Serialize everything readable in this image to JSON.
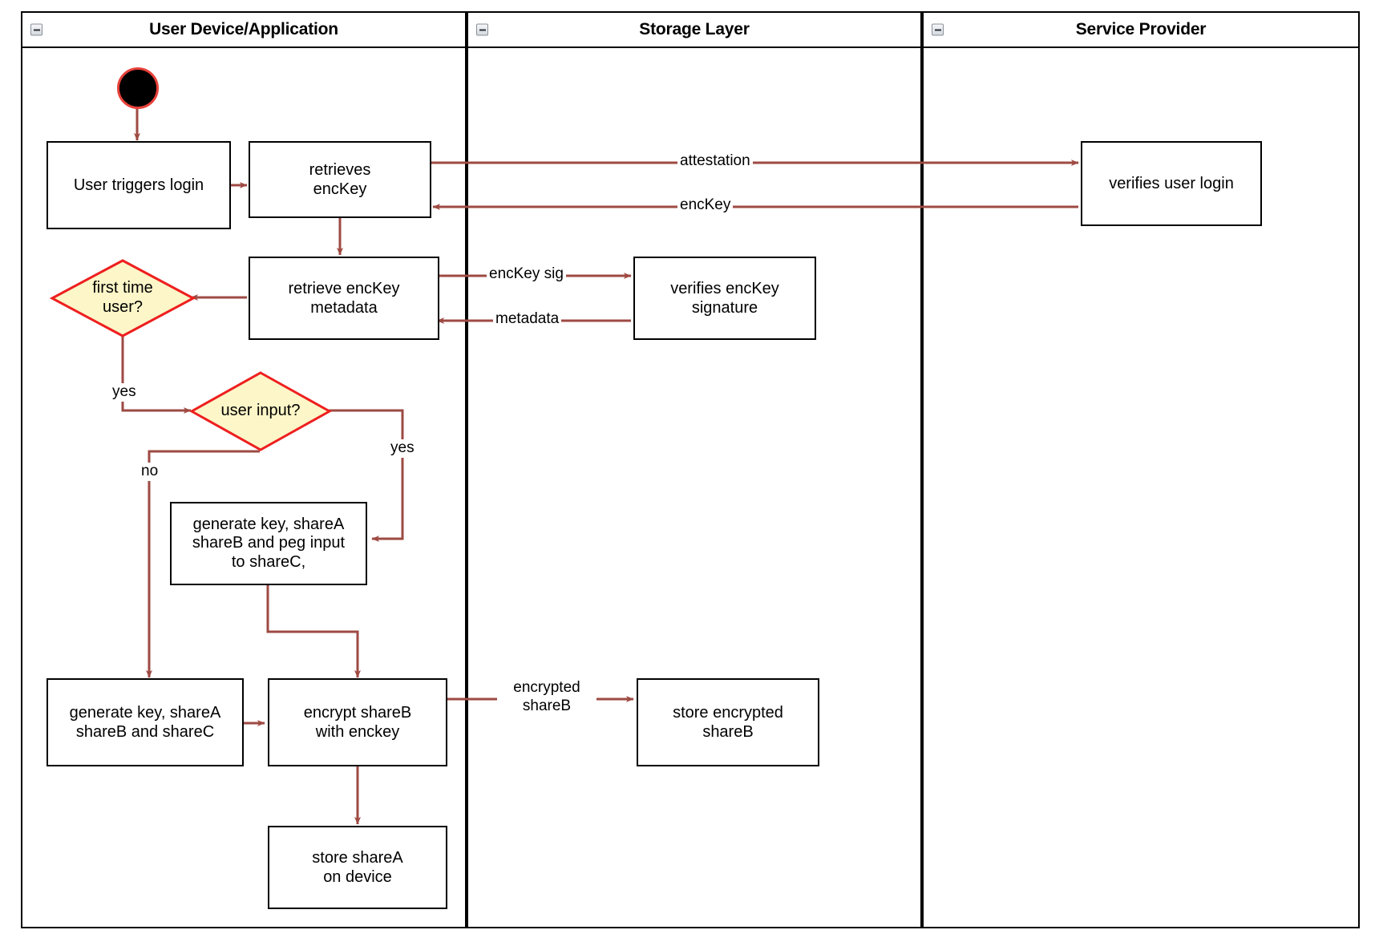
{
  "diagram": {
    "type": "uml-activity-swimlane",
    "theme": {
      "edge_color": "#9e4a43",
      "decision_fill": "#fcf6c8",
      "decision_stroke": "#ee1f1f",
      "node_stroke": "#000000",
      "start_fill": "#000000",
      "start_stroke": "#e8413a",
      "background": "#ffffff"
    }
  },
  "lanes": [
    {
      "id": "user-device",
      "title": "User Device/Application",
      "collapse_icon": "minus-box-icon"
    },
    {
      "id": "storage-layer",
      "title": "Storage Layer",
      "collapse_icon": "minus-box-icon"
    },
    {
      "id": "service-provider",
      "title": "Service Provider",
      "collapse_icon": "minus-box-icon"
    }
  ],
  "nodes": {
    "start": {
      "kind": "initial-node",
      "label": ""
    },
    "user_triggers_login": {
      "kind": "action",
      "label": "User triggers login"
    },
    "retrieves_enckey": {
      "kind": "action",
      "label": "retrieves\nencKey"
    },
    "verifies_user_login": {
      "kind": "action",
      "label": "verifies user login"
    },
    "retrieve_enckey_metadata": {
      "kind": "action",
      "label": "retrieve encKey\nmetadata"
    },
    "verifies_enckey_signature": {
      "kind": "action",
      "label": "verifies encKey signature"
    },
    "first_time_user": {
      "kind": "decision",
      "label": "first time\nuser?"
    },
    "user_input": {
      "kind": "decision",
      "label": "user input?"
    },
    "generate_peg": {
      "kind": "action",
      "label": "generate key, shareA\nshareB and peg input\nto shareC,"
    },
    "generate_abc": {
      "kind": "action",
      "label": "generate key, shareA\nshareB and shareC"
    },
    "encrypt_shareb": {
      "kind": "action",
      "label": "encrypt shareB\nwith enckey"
    },
    "store_encrypted_shareb": {
      "kind": "action",
      "label": "store encrypted\nshareB"
    },
    "store_sharea": {
      "kind": "action",
      "label": "store shareA\non device"
    }
  },
  "edges": [
    {
      "id": "e-start-login",
      "from": "start",
      "to": "user_triggers_login",
      "label": ""
    },
    {
      "id": "e-login-retrieves",
      "from": "user_triggers_login",
      "to": "retrieves_enckey",
      "label": ""
    },
    {
      "id": "e-attestation",
      "from": "retrieves_enckey",
      "to": "verifies_user_login",
      "label": "attestation"
    },
    {
      "id": "e-enckey-back",
      "from": "verifies_user_login",
      "to": "retrieves_enckey",
      "label": "encKey"
    },
    {
      "id": "e-retrieves-metadata",
      "from": "retrieves_enckey",
      "to": "retrieve_enckey_metadata",
      "label": ""
    },
    {
      "id": "e-enckey-sig",
      "from": "retrieve_enckey_metadata",
      "to": "verifies_enckey_signature",
      "label": "encKey sig"
    },
    {
      "id": "e-metadata-back",
      "from": "verifies_enckey_signature",
      "to": "retrieve_enckey_metadata",
      "label": "metadata"
    },
    {
      "id": "e-metadata-firsttime",
      "from": "retrieve_enckey_metadata",
      "to": "first_time_user",
      "label": ""
    },
    {
      "id": "e-firsttime-yes",
      "from": "first_time_user",
      "to": "user_input",
      "label": "yes"
    },
    {
      "id": "e-userinput-yes",
      "from": "user_input",
      "to": "generate_peg",
      "label": "yes"
    },
    {
      "id": "e-userinput-no",
      "from": "user_input",
      "to": "generate_abc",
      "label": "no"
    },
    {
      "id": "e-peg-encrypt",
      "from": "generate_peg",
      "to": "encrypt_shareb",
      "label": ""
    },
    {
      "id": "e-abc-encrypt",
      "from": "generate_abc",
      "to": "encrypt_shareb",
      "label": ""
    },
    {
      "id": "e-encrypted-shareb",
      "from": "encrypt_shareb",
      "to": "store_encrypted_shareb",
      "label": "encrypted\nshareB"
    },
    {
      "id": "e-encrypt-storea",
      "from": "encrypt_shareb",
      "to": "store_sharea",
      "label": ""
    }
  ],
  "edge_labels": {
    "attestation": "attestation",
    "enckey": "encKey",
    "enckey_sig": "encKey sig",
    "metadata": "metadata",
    "yes_first_time": "yes",
    "yes_user_input": "yes",
    "no_user_input": "no",
    "encrypted_shareb_l1": "encrypted",
    "encrypted_shareb_l2": "shareB"
  },
  "node_text": {
    "user_triggers_login": "User triggers login",
    "retrieves_enckey_l1": "retrieves",
    "retrieves_enckey_l2": "encKey",
    "verifies_user_login": "verifies user login",
    "retrieve_metadata_l1": "retrieve encKey",
    "retrieve_metadata_l2": "metadata",
    "verifies_signature": "verifies encKey signature",
    "first_time_user_l1": "first time",
    "first_time_user_l2": "user?",
    "user_input": "user input?",
    "generate_peg_l1": "generate key, shareA",
    "generate_peg_l2": "shareB and peg input",
    "generate_peg_l3": "to shareC,",
    "generate_abc_l1": "generate key, shareA",
    "generate_abc_l2": "shareB and shareC",
    "encrypt_shareb_l1": "encrypt shareB",
    "encrypt_shareb_l2": "with enckey",
    "store_encrypted_l1": "store encrypted",
    "store_encrypted_l2": "shareB",
    "store_sharea_l1": "store shareA",
    "store_sharea_l2": "on device"
  }
}
